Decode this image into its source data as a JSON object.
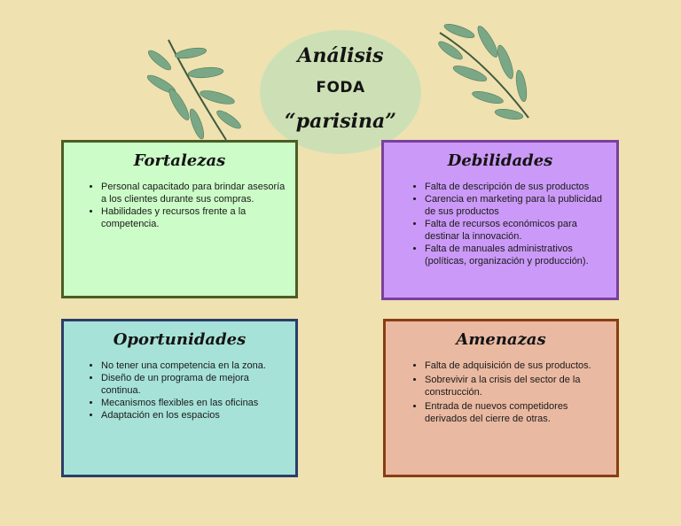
{
  "header": {
    "line1": "Análisis",
    "line2": "FODA",
    "line3": "“parisina”"
  },
  "colors": {
    "background": "#efe1b0",
    "oval": "#cde0b5",
    "fortalezas": "#ccfdc8",
    "debilidades": "#cb99f7",
    "oportunidades": "#a6e2d8",
    "amenazas": "#eab9a1",
    "leaf": "#7aa887"
  },
  "decorations": [
    "leaf-branch-icon",
    "leaf-branch-icon"
  ],
  "fortalezas": {
    "title": "Fortalezas",
    "items": [
      "Personal capacitado para brindar asesoría a los clientes durante sus compras.",
      "Habilidades y recursos frente a la competencia."
    ]
  },
  "debilidades": {
    "title": "Debilidades",
    "items": [
      "Falta de descripción de sus productos",
      "Carencia en marketing para la publicidad de sus productos",
      "Falta de recursos económicos para destinar la innovación.",
      "Falta de manuales administrativos (políticas, organización y producción)."
    ]
  },
  "oportunidades": {
    "title": "Oportunidades",
    "items": [
      "No tener una competencia en la zona.",
      "Diseño de un programa de mejora continua.",
      "Mecanismos flexibles en las oficinas",
      "Adaptación en los espacios"
    ]
  },
  "amenazas": {
    "title": "Amenazas",
    "items": [
      "Falta de adquisición de sus productos.",
      " Sobrevivir a la crisis del sector de la construcción.",
      "Entrada de nuevos competidores derivados del cierre de otras."
    ]
  }
}
